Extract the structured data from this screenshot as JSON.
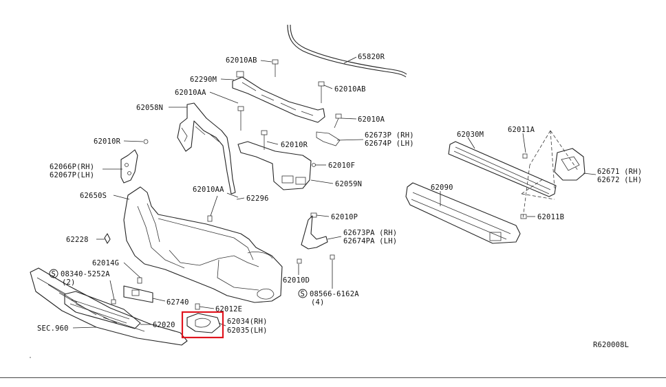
{
  "diagram": {
    "reference_code": "R620008L",
    "highlight_color": "#e0141e",
    "labels": {
      "p65820R": "65820R",
      "p62010AB_a": "62010AB",
      "p62010AB_b": "62010AB",
      "p62290M": "62290M",
      "p62010AA_a": "62010AA",
      "p62058N": "62058N",
      "p62010A": "62010A",
      "p62673P": "62673P (RH)",
      "p62674P": "62674P (LH)",
      "p62010R_a": "62010R",
      "p62010R_b": "62010R",
      "p62066P": "62066P(RH)",
      "p62067P": "62067P(LH)",
      "p62010F": "62010F",
      "p62059N": "62059N",
      "p62030M": "62030M",
      "p62011A": "62011A",
      "p62671": "62671 (RH)",
      "p62672": "62672 (LH)",
      "p62090": "62090",
      "p62011B": "62011B",
      "p62650S": "62650S",
      "p62010AA_b": "62010AA",
      "p62296": "62296",
      "p62010P": "62010P",
      "p62673PA": "62673PA (RH)",
      "p62674PA": "62674PA (LH)",
      "p62228": "62228",
      "p62014G": "62014G",
      "s08340": "08340-5252A",
      "s08340_qty": "(2)",
      "p62010D": "62010D",
      "s08566": "08566-6162A",
      "s08566_qty": "(4)",
      "p62740": "62740",
      "p62012E": "62012E",
      "p62034": "62034(RH)",
      "p62035": "62035(LH)",
      "p62020": "62020",
      "sec960": "SEC.960",
      "s_symbol": "S"
    }
  }
}
